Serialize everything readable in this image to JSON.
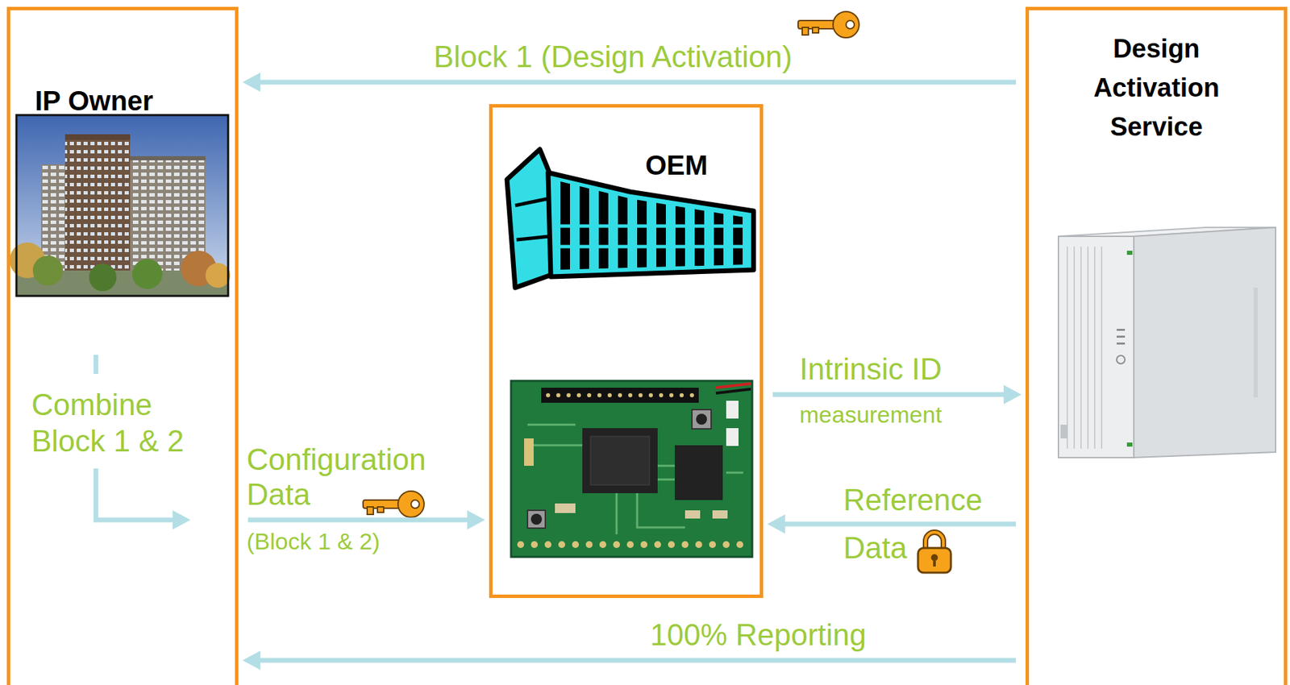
{
  "diagram": {
    "nodes": [
      {
        "text": [
          "IP Owner"
        ]
      },
      {
        "text": [
          "OEM"
        ]
      },
      {
        "text": [
          "Design Activation Service"
        ]
      }
    ],
    "edges": [
      {
        "from": 2,
        "to": 0,
        "label": "Block 1 (Design Activation)",
        "arrow": "to"
      },
      {
        "from": 0,
        "to": 1,
        "label": "Configuration Data",
        "arrow": "to"
      },
      {
        "from": 1,
        "to": 2,
        "label": "Intrinsic ID",
        "arrow": "to"
      },
      {
        "from": 2,
        "to": 1,
        "label": "Reference Data",
        "arrow": "to"
      },
      {
        "from": 2,
        "to": 0,
        "label": "100% Reporting",
        "arrow": "to"
      }
    ],
    "labels": [
      "Combine Block 1 & 2",
      "(Block 1 & 2)",
      "measurement"
    ]
  }
}
